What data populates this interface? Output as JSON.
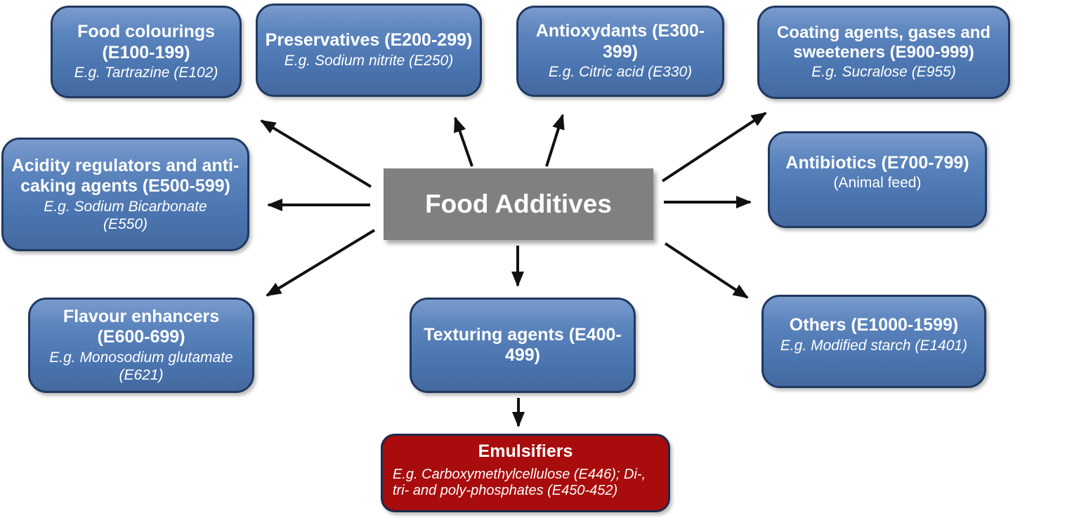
{
  "diagram": {
    "background": "#ffffff",
    "colors": {
      "node_blue_top": "#7a9bcd",
      "node_blue_bottom": "#44699f",
      "node_border": "#203960",
      "center_gray": "#808080",
      "emulsifier_red": "#a90c0c",
      "arrow_black": "#111111",
      "text_white": "#ffffff"
    },
    "center": {
      "id": "food-additives",
      "title": "Food Additives"
    },
    "nodes": [
      {
        "id": "food-colourings",
        "title": "Food colourings (E100-199)",
        "subtitle": "E.g. Tartrazine (E102)"
      },
      {
        "id": "preservatives",
        "title": "Preservatives (E200-299)",
        "subtitle": "E.g. Sodium nitrite (E250)"
      },
      {
        "id": "antioxydants",
        "title": "Antioxydants (E300-399)",
        "subtitle": "E.g. Citric acid (E330)"
      },
      {
        "id": "coating-agents",
        "title": "Coating agents, gases and sweeteners (E900-999)",
        "subtitle": "E.g. Sucralose (E955)"
      },
      {
        "id": "acidity-regulators",
        "title": "Acidity regulators and anti-caking agents (E500-599)",
        "subtitle": "E.g. Sodium Bicarbonate (E550)"
      },
      {
        "id": "antibiotics",
        "title": "Antibiotics (E700-799)",
        "subtitle": "(Animal feed)"
      },
      {
        "id": "flavour-enhancers",
        "title": "Flavour enhancers (E600-699)",
        "subtitle": "E.g. Monosodium glutamate (E621)"
      },
      {
        "id": "texturing-agents",
        "title": "Texturing agents (E400-499)"
      },
      {
        "id": "others",
        "title": "Others (E1000-1599)",
        "subtitle": "E.g. Modified starch (E1401)"
      },
      {
        "id": "emulsifiers",
        "title": "Emulsifiers",
        "subtitle": "E.g. Carboxymethylcellulose (E446);  Di-, tri- and poly-phosphates (E450-452)"
      }
    ],
    "edges": [
      {
        "from": "food-additives",
        "to": "food-colourings"
      },
      {
        "from": "food-additives",
        "to": "preservatives"
      },
      {
        "from": "food-additives",
        "to": "antioxydants"
      },
      {
        "from": "food-additives",
        "to": "coating-agents"
      },
      {
        "from": "food-additives",
        "to": "acidity-regulators"
      },
      {
        "from": "food-additives",
        "to": "antibiotics"
      },
      {
        "from": "food-additives",
        "to": "flavour-enhancers"
      },
      {
        "from": "food-additives",
        "to": "texturing-agents"
      },
      {
        "from": "food-additives",
        "to": "others"
      },
      {
        "from": "texturing-agents",
        "to": "emulsifiers"
      }
    ]
  }
}
